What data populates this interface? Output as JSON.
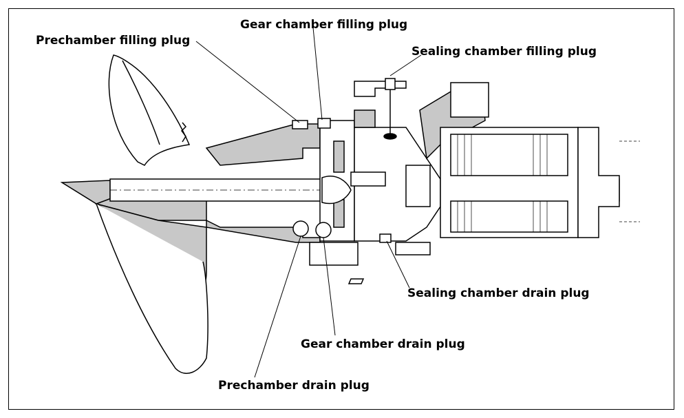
{
  "labels": {
    "prechamber_filling_plug": "Prechamber filling plug",
    "gear_chamber_filling_plug": "Gear chamber filling plug",
    "sealing_chamber_filling_plug": "Sealing chamber filling plug",
    "sealing_chamber_drain_plug": "Sealing chamber drain plug",
    "gear_chamber_drain_plug": "Gear chamber drain plug",
    "prechamber_drain_plug": "Prechamber drain plug"
  },
  "colors": {
    "line": "#000000",
    "fill_grey": "#c8c8c8",
    "background": "#ffffff"
  }
}
